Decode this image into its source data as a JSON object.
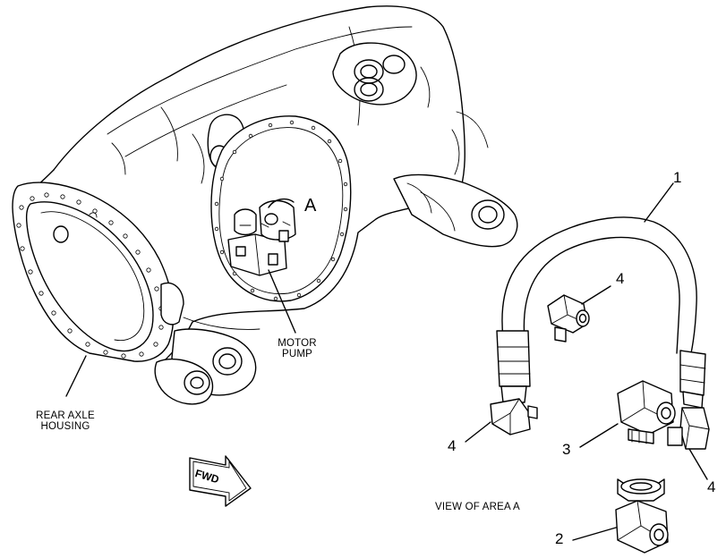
{
  "labels": {
    "area_marker": "A",
    "motor_pump": [
      "MOTOR",
      "PUMP"
    ],
    "rear_axle_housing": [
      "REAR AXLE",
      "HOUSING"
    ],
    "fwd_arrow": "FWD",
    "view_caption": "VIEW OF AREA  A"
  },
  "callouts": {
    "hose_assembly": "1",
    "elbow_lower": "2",
    "elbow_middle": "3",
    "elbow_top": "4",
    "elbow_left": "4",
    "elbow_right": "4"
  }
}
